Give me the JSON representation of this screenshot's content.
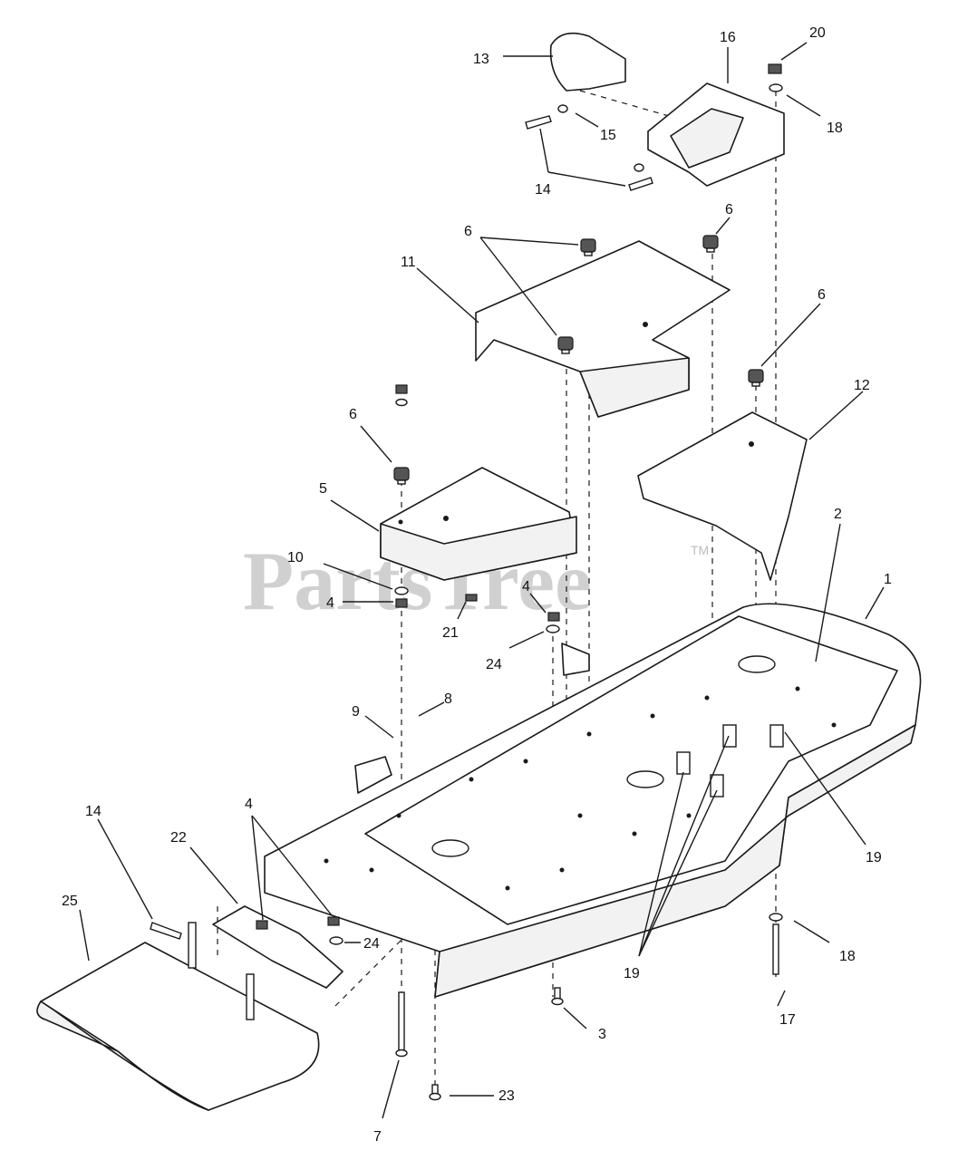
{
  "watermark": {
    "brand": "PartsTree",
    "trademark": "TM"
  },
  "callouts": [
    {
      "id": "c1",
      "label": "1"
    },
    {
      "id": "c2",
      "label": "2"
    },
    {
      "id": "c3",
      "label": "3"
    },
    {
      "id": "c4a",
      "label": "4"
    },
    {
      "id": "c4b",
      "label": "4"
    },
    {
      "id": "c4c",
      "label": "4"
    },
    {
      "id": "c5",
      "label": "5"
    },
    {
      "id": "c6a",
      "label": "6"
    },
    {
      "id": "c6b",
      "label": "6"
    },
    {
      "id": "c6c",
      "label": "6"
    },
    {
      "id": "c6d",
      "label": "6"
    },
    {
      "id": "c7",
      "label": "7"
    },
    {
      "id": "c8",
      "label": "8"
    },
    {
      "id": "c9",
      "label": "9"
    },
    {
      "id": "c10",
      "label": "10"
    },
    {
      "id": "c11",
      "label": "11"
    },
    {
      "id": "c12",
      "label": "12"
    },
    {
      "id": "c13",
      "label": "13"
    },
    {
      "id": "c14a",
      "label": "14"
    },
    {
      "id": "c14b",
      "label": "14"
    },
    {
      "id": "c15",
      "label": "15"
    },
    {
      "id": "c16",
      "label": "16"
    },
    {
      "id": "c17",
      "label": "17"
    },
    {
      "id": "c18a",
      "label": "18"
    },
    {
      "id": "c18b",
      "label": "18"
    },
    {
      "id": "c19a",
      "label": "19"
    },
    {
      "id": "c19b",
      "label": "19"
    },
    {
      "id": "c20",
      "label": "20"
    },
    {
      "id": "c21",
      "label": "21"
    },
    {
      "id": "c22",
      "label": "22"
    },
    {
      "id": "c23",
      "label": "23"
    },
    {
      "id": "c24a",
      "label": "24"
    },
    {
      "id": "c24b",
      "label": "24"
    },
    {
      "id": "c25",
      "label": "25"
    }
  ]
}
